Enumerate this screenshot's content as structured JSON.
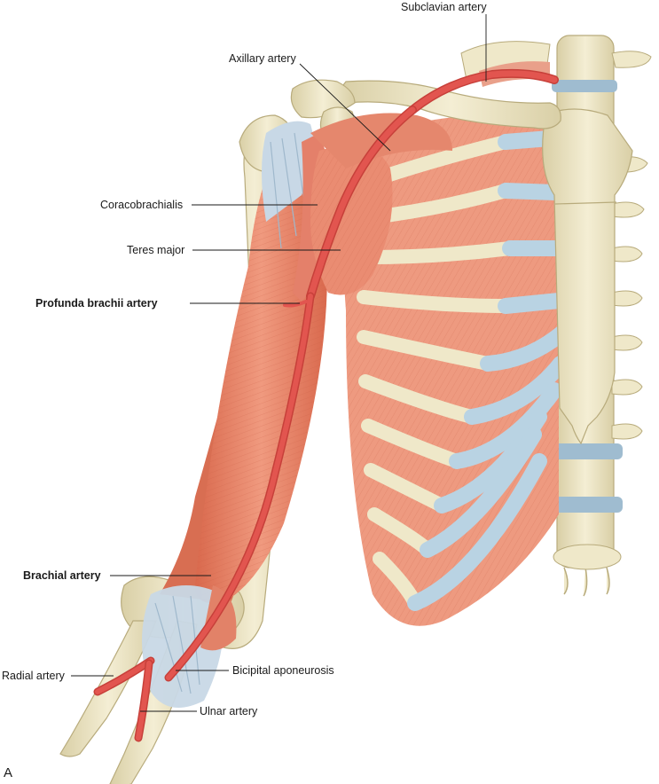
{
  "panel_letter": "A",
  "labels": {
    "subclavian_artery": "Subclavian artery",
    "axillary_artery": "Axillary artery",
    "coracobrachialis": "Coracobrachialis",
    "teres_major": "Teres major",
    "profunda_brachii_artery": "Profunda brachii artery",
    "brachial_artery": "Brachial artery",
    "radial_artery": "Radial artery",
    "bicipital_aponeurosis": "Bicipital aponeurosis",
    "ulnar_artery": "Ulnar artery"
  },
  "colors": {
    "bone": "#efe8c9",
    "bone_edge": "#b8ab7c",
    "muscle": "#e98a70",
    "muscle_dark": "#d2694f",
    "cartilage": "#b9d3e3",
    "artery": "#e2554f",
    "tendon": "#c8d8e6"
  }
}
